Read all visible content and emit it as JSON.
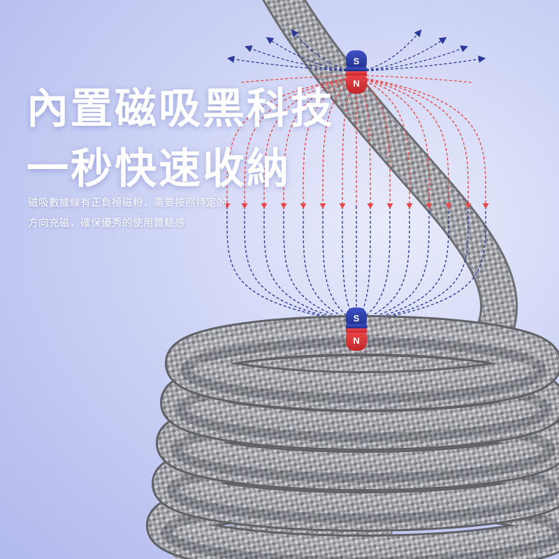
{
  "headline": {
    "line1": "內置磁吸黑科技",
    "line2": "一秒快速收納"
  },
  "description": {
    "line1": "磁吸數據線有正負極磁粉，需要按照特定的",
    "line2": "方向充磁，確保優秀的使用體驗感"
  },
  "magnets": {
    "top": {
      "north": "N",
      "south": "S"
    },
    "bottom": {
      "north": "N",
      "south": "S"
    }
  },
  "colors": {
    "background": "#c8cef4",
    "text": "#ffffff",
    "south_pole": "#2a3a9e",
    "north_pole": "#e23a3e",
    "field_red": "#e8474a",
    "field_blue": "#2b3a9a",
    "cable": "#9a9ca2"
  }
}
